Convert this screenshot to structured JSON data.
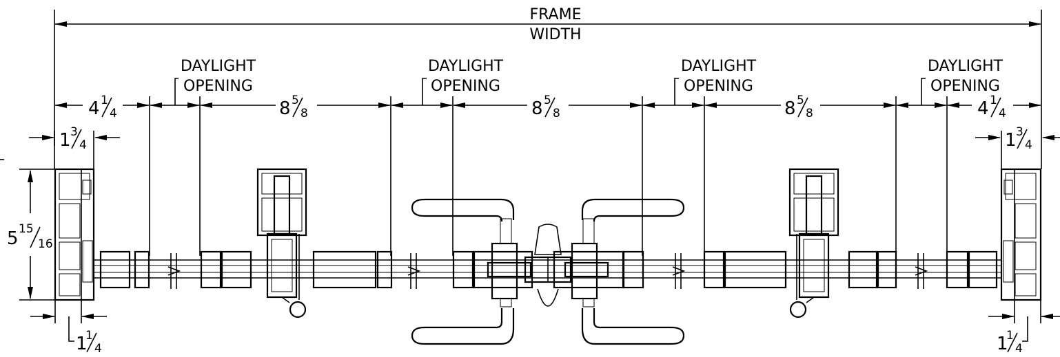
{
  "diagram": {
    "frame_label": {
      "line1": "FRAME",
      "line2": "WIDTH"
    },
    "daylight_labels": [
      {
        "line1": "DAYLIGHT",
        "line2": "OPENING"
      },
      {
        "line1": "DAYLIGHT",
        "line2": "OPENING"
      },
      {
        "line1": "DAYLIGHT",
        "line2": "OPENING"
      },
      {
        "line1": "DAYLIGHT",
        "line2": "OPENING"
      }
    ],
    "dimensions": {
      "outer_left": {
        "whole": "4",
        "num": "1",
        "den": "4"
      },
      "center_1": {
        "whole": "8",
        "num": "5",
        "den": "8"
      },
      "center_2": {
        "whole": "8",
        "num": "5",
        "den": "8"
      },
      "center_3": {
        "whole": "8",
        "num": "5",
        "den": "8"
      },
      "outer_right": {
        "whole": "4",
        "num": "1",
        "den": "4"
      },
      "jamb_left": {
        "whole": "1",
        "num": "3",
        "den": "4"
      },
      "jamb_right": {
        "whole": "1",
        "num": "3",
        "den": "4"
      },
      "depth": {
        "whole": "5",
        "num": "15",
        "den": "16"
      },
      "sightline_left": {
        "whole": "1",
        "num": "1",
        "den": "4"
      },
      "sightline_right": {
        "whole": "1",
        "num": "1",
        "den": "4"
      }
    }
  }
}
